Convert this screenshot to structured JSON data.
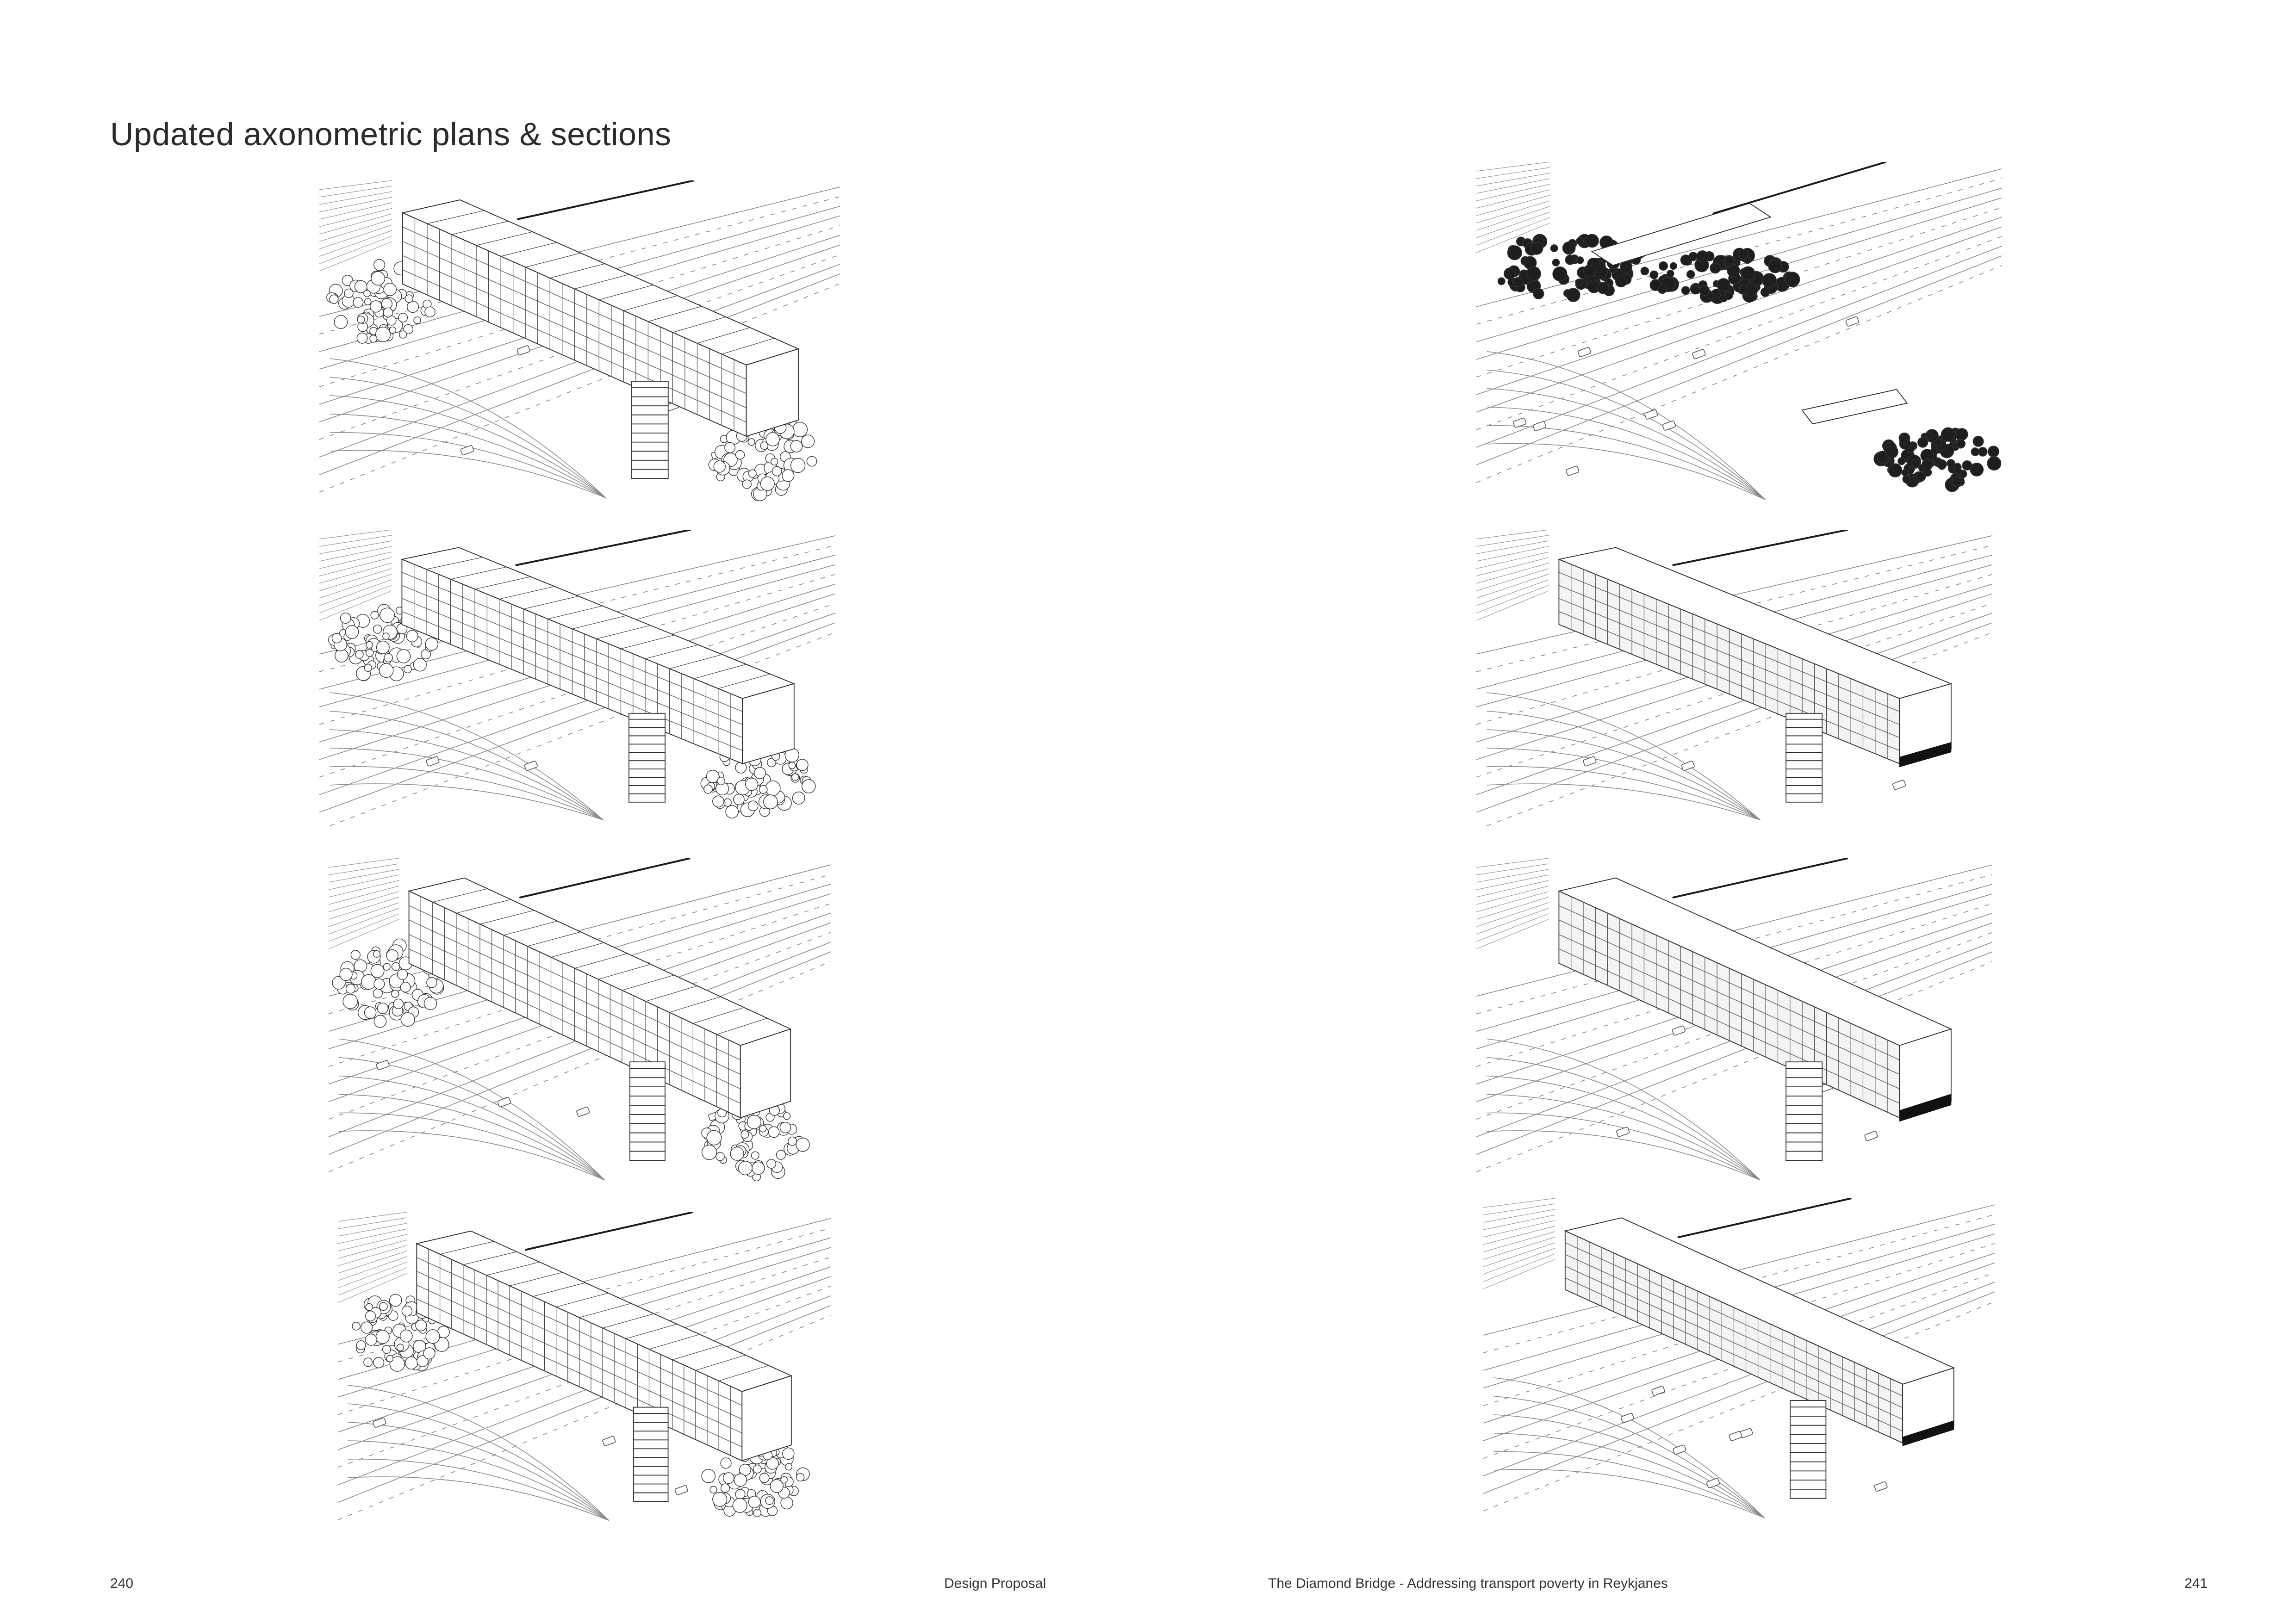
{
  "page": {
    "title": "Updated axonometric plans & sections"
  },
  "footer": {
    "left_page_number": "240",
    "left_section": "Design Proposal",
    "right_section": "The Diamond Bridge - Addressing transport poverty in Reykjanes",
    "right_page_number": "241"
  },
  "drawings": [
    {
      "id": "L1",
      "variant": "full-bridge-roof",
      "column": "left",
      "row": 1
    },
    {
      "id": "L2",
      "variant": "roof-plan-cut",
      "column": "left",
      "row": 2
    },
    {
      "id": "L3",
      "variant": "upper-floor-plan",
      "column": "left",
      "row": 3
    },
    {
      "id": "L4",
      "variant": "lower-floor-plan",
      "column": "left",
      "row": 4
    },
    {
      "id": "R1",
      "variant": "site-ground-plan",
      "column": "right",
      "row": 1
    },
    {
      "id": "R2",
      "variant": "long-section",
      "column": "right",
      "row": 2
    },
    {
      "id": "R3",
      "variant": "long-section-with-roof",
      "column": "right",
      "row": 3
    },
    {
      "id": "R4",
      "variant": "short-building-section",
      "column": "right",
      "row": 4
    }
  ]
}
